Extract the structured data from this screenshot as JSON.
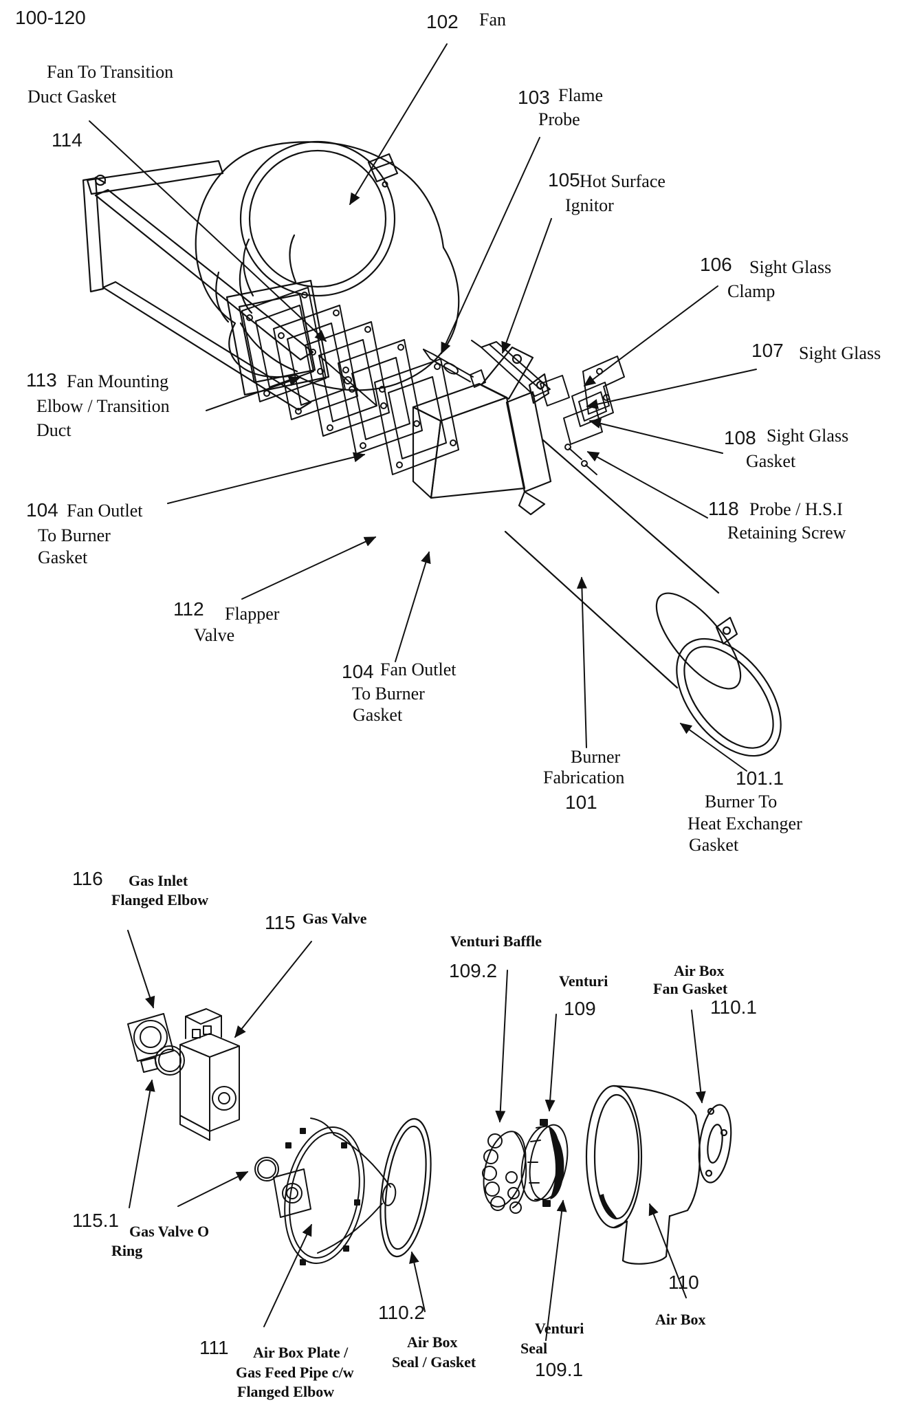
{
  "figure": {
    "reference": "100-120",
    "type": "exploded parts diagram",
    "line_color": "#111111",
    "background": "#ffffff"
  },
  "parts": [
    {
      "number": "100-120",
      "lines": []
    },
    {
      "number": "102",
      "lines": [
        "Fan"
      ]
    },
    {
      "number": "114",
      "lines": [
        "Fan To Transition",
        "Duct Gasket"
      ]
    },
    {
      "number": "103",
      "lines": [
        "Flame",
        "Probe"
      ]
    },
    {
      "number": "105",
      "lines": [
        "Hot Surface",
        "Ignitor"
      ]
    },
    {
      "number": "106",
      "lines": [
        "Sight Glass",
        "Clamp"
      ]
    },
    {
      "number": "107",
      "lines": [
        "Sight Glass"
      ]
    },
    {
      "number": "108",
      "lines": [
        "Sight Glass",
        "Gasket"
      ]
    },
    {
      "number": "118",
      "lines": [
        "Probe / H.S.I",
        "Retaining Screw"
      ]
    },
    {
      "number": "113",
      "lines": [
        "Fan Mounting",
        "Elbow / Transition",
        "Duct"
      ]
    },
    {
      "number": "104",
      "lines": [
        "Fan Outlet",
        "To Burner",
        "Gasket"
      ]
    },
    {
      "number": "112",
      "lines": [
        "Flapper",
        "Valve"
      ]
    },
    {
      "number": "104",
      "lines": [
        "Fan Outlet",
        "To Burner",
        "Gasket"
      ]
    },
    {
      "number": "101",
      "lines": [
        "Burner",
        "Fabrication"
      ]
    },
    {
      "number": "101.1",
      "lines": [
        "Burner To",
        "Heat Exchanger",
        "Gasket"
      ]
    },
    {
      "number": "116",
      "lines": [
        "Gas Inlet",
        "Flanged Elbow"
      ]
    },
    {
      "number": "115",
      "lines": [
        "Gas Valve"
      ]
    },
    {
      "number": "109.2",
      "lines": [
        "Venturi Baffle"
      ]
    },
    {
      "number": "109",
      "lines": [
        "Venturi"
      ]
    },
    {
      "number": "110.1",
      "lines": [
        "Air Box",
        "Fan Gasket"
      ]
    },
    {
      "number": "115.1",
      "lines": [
        "Gas Valve O",
        "Ring"
      ]
    },
    {
      "number": "111",
      "lines": [
        "Air Box Plate /",
        "Gas Feed Pipe c/w",
        "Flanged Elbow"
      ]
    },
    {
      "number": "110.2",
      "lines": [
        "Air Box",
        "Seal / Gasket"
      ]
    },
    {
      "number": "109.1",
      "lines": [
        "Venturi",
        "Seal"
      ]
    },
    {
      "number": "110",
      "lines": [
        "Air Box"
      ]
    }
  ]
}
